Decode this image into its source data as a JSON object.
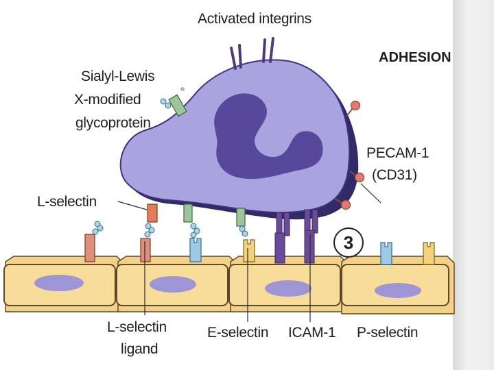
{
  "labels": {
    "activated_integrins": "Activated integrins",
    "adhesion": "ADHESION",
    "sialyl_lines": [
      "Sialyl-Lewis",
      "X-modified",
      "glycoprotein"
    ],
    "pecam_lines": [
      "PECAM-1",
      "(CD31)"
    ],
    "l_selectin": "L-selectin",
    "l_selectin_ligand_lines": [
      "L-selectin",
      "ligand"
    ],
    "e_selectin": "E-selectin",
    "icam1": "ICAM-1",
    "p_selectin": "P-selectin",
    "step_number": "3"
  },
  "colors": {
    "leukocyte_body": "#a9a3e0",
    "leukocyte_outline": "#3e3380",
    "nucleus": "#57489c",
    "endothelium_fill": "#f8dc99",
    "endothelium_outline": "#5a4a2a",
    "endothelium_nucleus": "#9d95d6",
    "pecam_ball": "#e07c6e",
    "glyco_stalk": "#9bc59a",
    "integrin": "#6a4a9a",
    "l_selectin": "#e07c5c",
    "l_selectin_ligand": "#e08e7e",
    "e_selectin": "#f3d27a",
    "p_selectin": "#9dcbe6",
    "sugar_ball": "#a9d4ea"
  }
}
